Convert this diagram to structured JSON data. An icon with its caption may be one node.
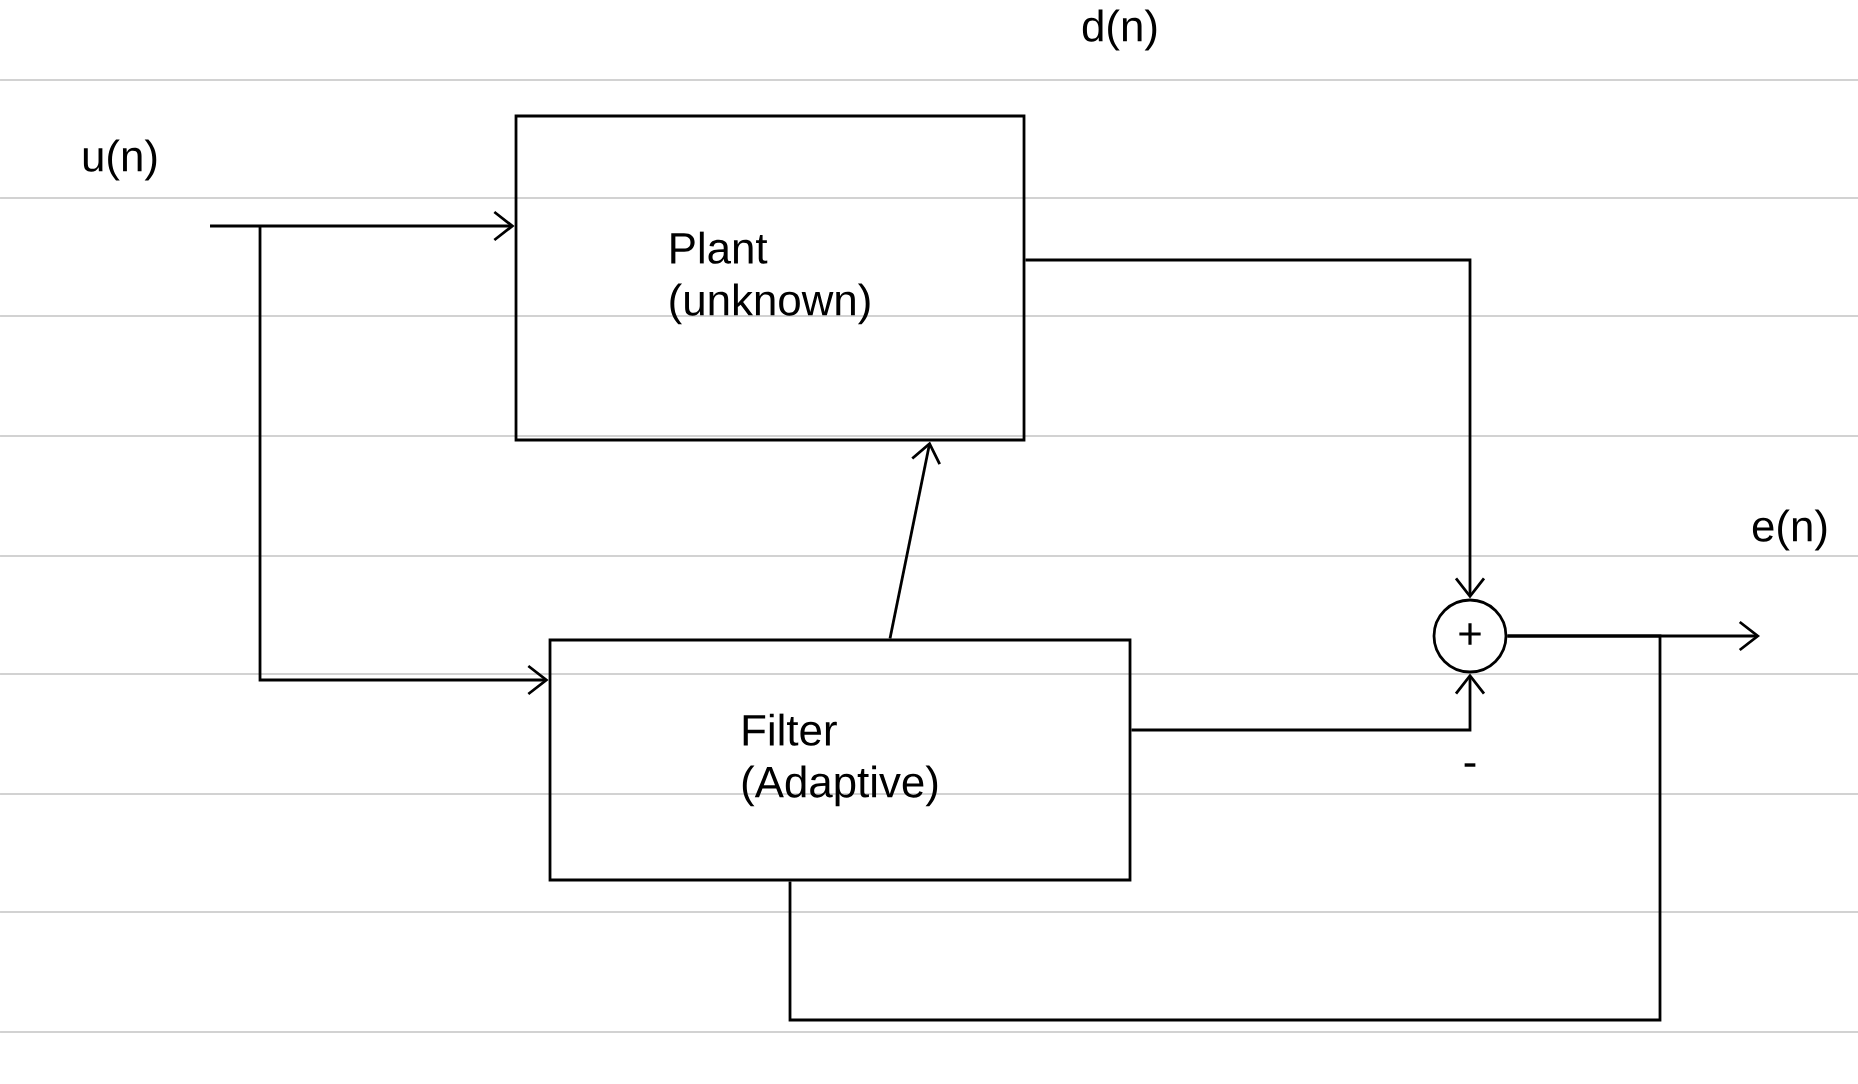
{
  "diagram": {
    "nodes": [
      {
        "text": [
          "Plant",
          "(unknown)"
        ]
      },
      {
        "text": [
          "Filter",
          "(Adaptive)"
        ]
      },
      {
        "text": [
          "+"
        ]
      }
    ],
    "edges": [
      {
        "from": null,
        "to": 0,
        "arrow": "to",
        "label": "u(n)"
      },
      {
        "from": null,
        "to": 1,
        "arrow": "to"
      },
      {
        "from": 0,
        "to": 2,
        "arrow": "to",
        "label": "d(n)"
      },
      {
        "from": 1,
        "to": 2,
        "arrow": "to"
      },
      {
        "from": 2,
        "to": null,
        "arrow": "to",
        "label": "e(n)"
      },
      {
        "from": 2,
        "to": 1,
        "arrow": "none"
      },
      {
        "from": 1,
        "to": 0,
        "arrow": "to"
      }
    ],
    "labels": [
      "-"
    ]
  }
}
